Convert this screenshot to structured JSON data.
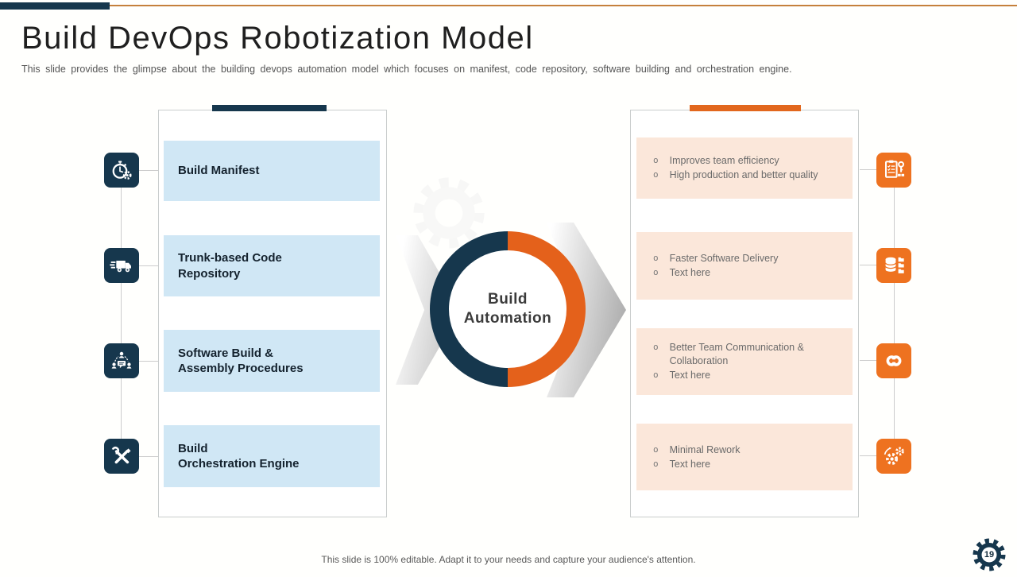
{
  "slide": {
    "title": "Build DevOps Robotization Model",
    "subtitle": "This slide provides  the glimpse  about the building devops  automation  model which focuses on  manifest, code repository,  software  building and orchestration  engine.",
    "footer": "This slide is 100% editable. Adapt it to your needs and capture your audience's attention.",
    "page_number": "19"
  },
  "colors": {
    "navy": "#16374d",
    "orange": "#e2671d",
    "icon_orange": "#ee7220",
    "light_blue_box": "#d0e7f5",
    "peach_box": "#fbe7da",
    "top_line": "#c5803c"
  },
  "center": {
    "label": "Build\nAutomation"
  },
  "left_panel": {
    "boxes": [
      {
        "label": "Build Manifest",
        "icon": "stopwatch-gear-icon"
      },
      {
        "label": "Trunk-based Code\nRepository",
        "icon": "fast-truck-icon"
      },
      {
        "label": "Software Build &\nAssembly Procedures",
        "icon": "team-discussion-icon"
      },
      {
        "label": "Build\nOrchestration Engine",
        "icon": "crossed-tools-icon"
      }
    ]
  },
  "right_panel": {
    "boxes": [
      {
        "bullets": [
          "Improves  team efficiency",
          "High production and better quality"
        ],
        "icon": "audit-checklist-icon"
      },
      {
        "bullets": [
          "Faster Software  Delivery",
          "Text here"
        ],
        "icon": "database-folders-icon"
      },
      {
        "bullets": [
          "Better Team  Communication  & Collaboration",
          "Text here"
        ],
        "icon": "sync-loop-icon"
      },
      {
        "bullets": [
          "Minimal  Rework",
          "Text here"
        ],
        "icon": "automation-gears-icon"
      }
    ]
  }
}
